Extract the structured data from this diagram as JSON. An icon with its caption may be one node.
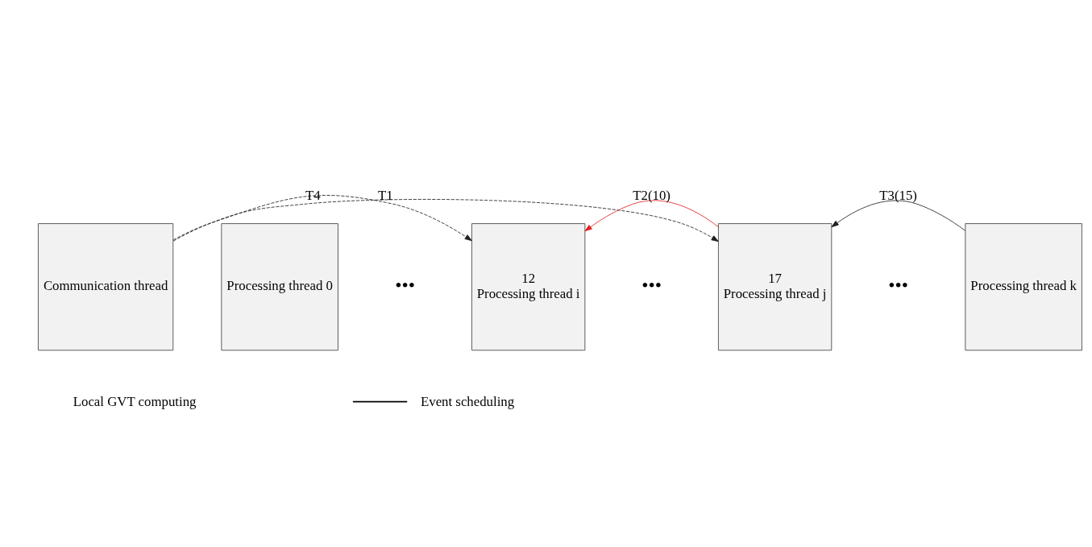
{
  "diagram": {
    "nodes": [
      {
        "text": [
          "Communication thread"
        ]
      },
      {
        "text": [
          "Processing thread 0"
        ]
      },
      {
        "text": [
          "12",
          "Processing thread i"
        ]
      },
      {
        "text": [
          "17",
          "Processing thread j"
        ]
      },
      {
        "text": [
          "Processing thread k"
        ]
      }
    ],
    "edges": [
      {
        "from": 0,
        "to": 2,
        "arrow": "to",
        "label": "T1",
        "style": "dashed"
      },
      {
        "from": 0,
        "to": 3,
        "arrow": "to",
        "label": "T4",
        "style": "dashed"
      },
      {
        "from": 3,
        "to": 2,
        "arrow": "to",
        "label": "T2(10)",
        "color": "#e02020"
      },
      {
        "from": 4,
        "to": 3,
        "arrow": "to",
        "label": "T3(15)"
      }
    ],
    "labels": [
      "•••",
      "•••",
      "•••"
    ],
    "legend": [
      {
        "text": "Local GVT computing"
      },
      {
        "text": "Event scheduling"
      }
    ]
  }
}
